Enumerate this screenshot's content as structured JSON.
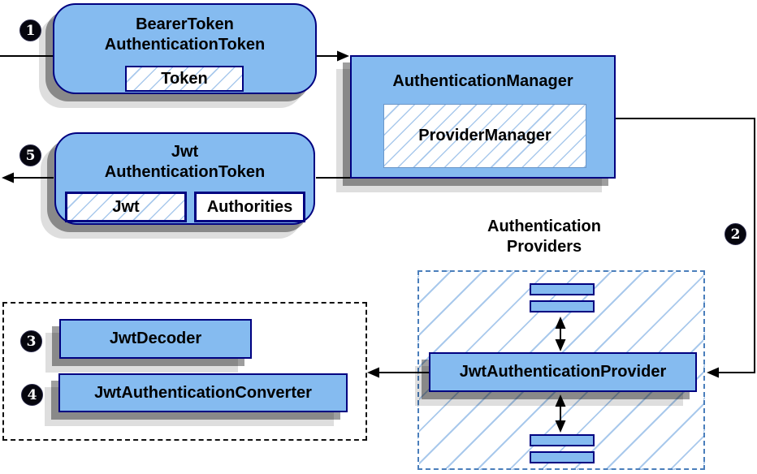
{
  "badges": {
    "b1": "1",
    "b2": "2",
    "b3": "3",
    "b4": "4",
    "b5": "5"
  },
  "nodes": {
    "bearer": {
      "line1": "BearerToken",
      "line2": "AuthenticationToken",
      "chip": "Token"
    },
    "manager": {
      "title": "AuthenticationManager",
      "chip": "ProviderManager"
    },
    "jwt": {
      "line1": "Jwt",
      "line2": "AuthenticationToken",
      "chip1": "Jwt",
      "chip2": "Authorities"
    },
    "providers": {
      "line1": "Authentication",
      "line2": "Providers",
      "provider": "JwtAuthenticationProvider"
    },
    "helpers": {
      "decoder": "JwtDecoder",
      "converter": "JwtAuthenticationConverter"
    }
  },
  "colors": {
    "node_fill": "#85BBF0",
    "node_border": "#000080",
    "hatch_line": "#A9C9EC",
    "providers_dashed_border": "#4A7EBB",
    "helpers_dashed_border": "#111111",
    "badge_fill": "#06060e",
    "arrow": "#000000"
  }
}
